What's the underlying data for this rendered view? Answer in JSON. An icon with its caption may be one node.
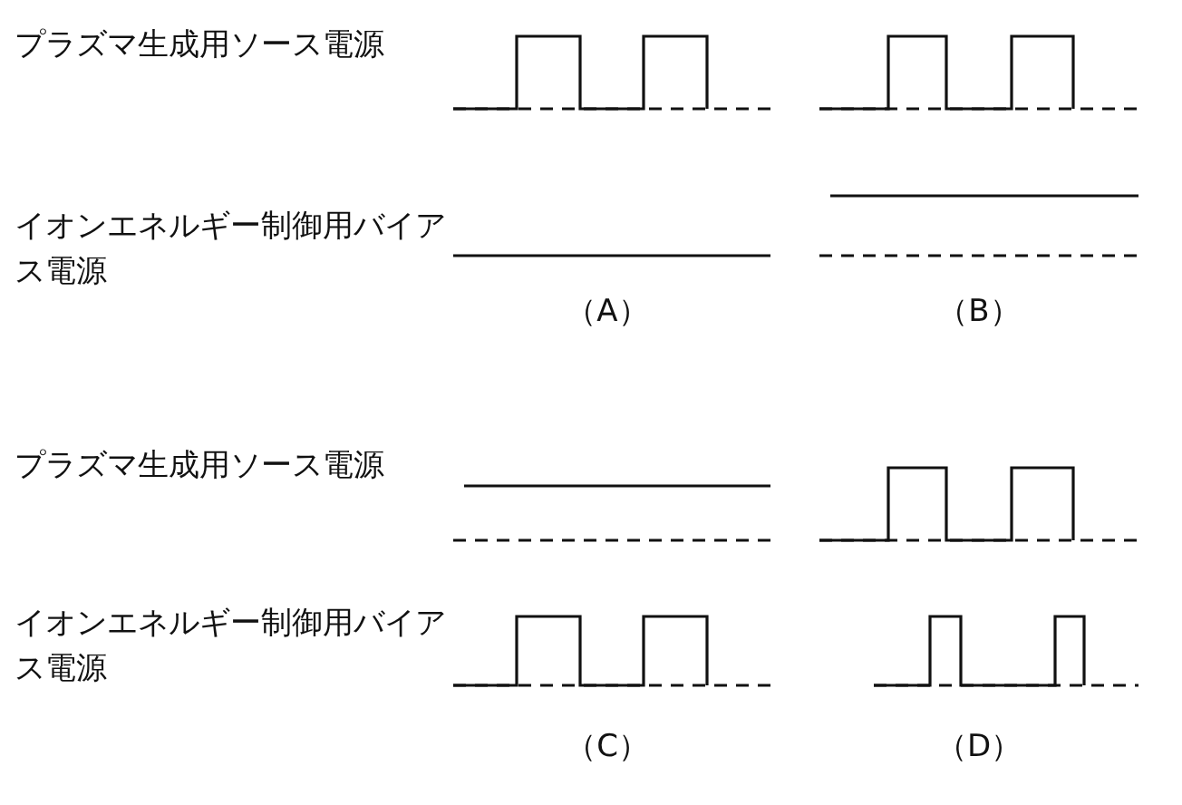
{
  "diagram": {
    "labels": [
      "プラズマ生成用ソース電源",
      "イオンエネルギー制御用バイアス電源",
      "（A）",
      "（B）",
      "プラズマ生成用ソース電源",
      "イオンエネルギー制御用バイアス電源",
      "（C）",
      "（D）"
    ]
  }
}
